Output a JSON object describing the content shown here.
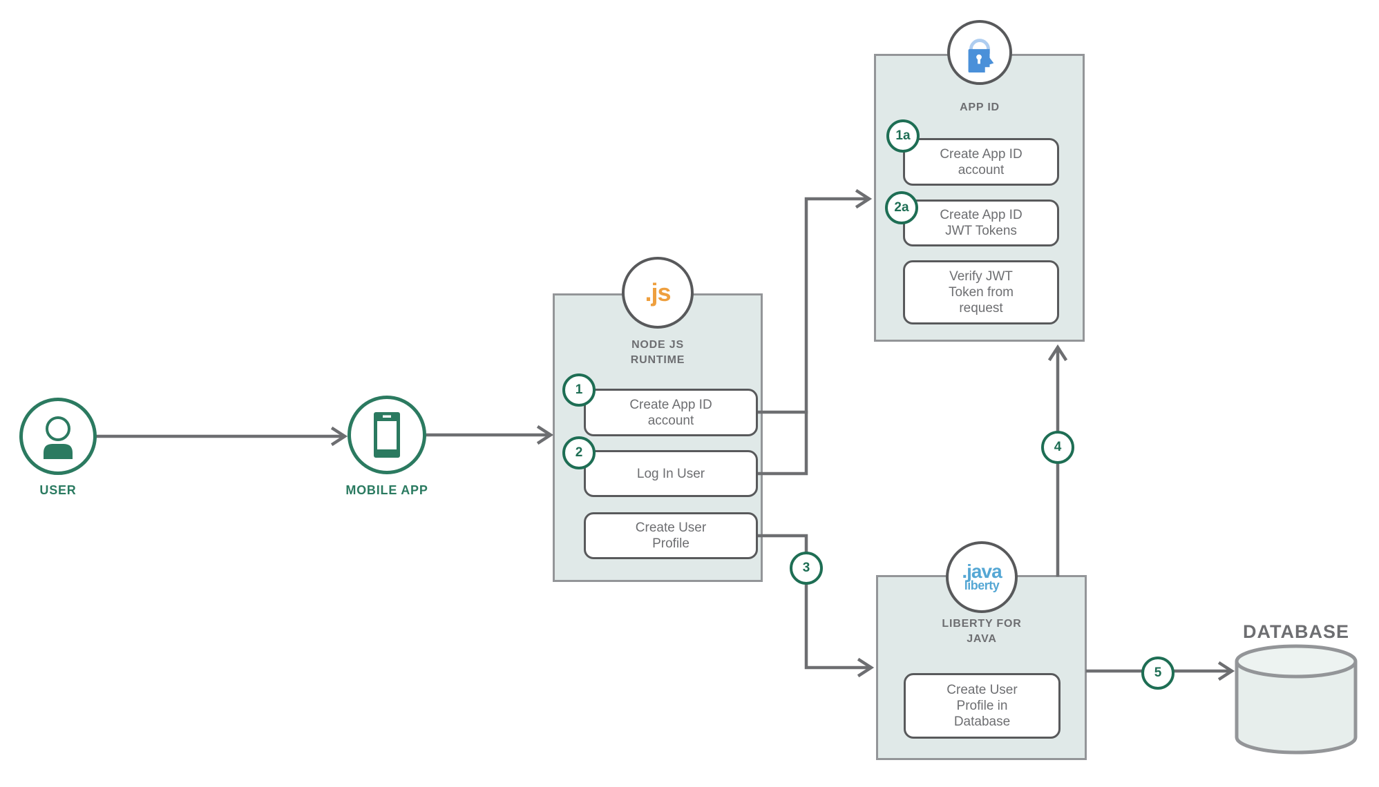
{
  "diagram_title": "App ID authentication flow diagram",
  "colors": {
    "teal_accent": "#2b7a60",
    "badge_teal": "#1e6e54",
    "arrow_gray": "#6d6e71",
    "box_fill": "#e0e9e8",
    "box_border": "#939598",
    "button_border": "#58595b",
    "text_gray": "#6d6e71",
    "nodejs_orange": "#ee9f3e",
    "appid_blue": "#4a90d9",
    "appid_light_blue": "#aecdf0",
    "liberty_blue": "#55a7d4"
  },
  "user": {
    "label": "USER"
  },
  "mobile": {
    "label": "MOBILE APP"
  },
  "node_runtime": {
    "icon_text": ".js",
    "title": "NODE JS RUNTIME",
    "steps": [
      {
        "badge": "1",
        "label": "Create App ID account"
      },
      {
        "badge": "2",
        "label": "Log In User"
      },
      {
        "badge": "",
        "label": "Create User Profile"
      }
    ]
  },
  "app_id": {
    "title": "APP ID",
    "steps": [
      {
        "badge": "1a",
        "label": "Create App ID account"
      },
      {
        "badge": "2a",
        "label": "Create App ID JWT Tokens"
      },
      {
        "badge": "",
        "label": "Verify JWT Token from request"
      }
    ]
  },
  "liberty": {
    "icon_text_top": ".java",
    "icon_text_bottom": "liberty",
    "title": "LIBERTY FOR JAVA",
    "steps": [
      {
        "badge": "",
        "label": "Create User Profile in Database"
      }
    ]
  },
  "database": {
    "label": "DATABASE"
  },
  "flow_badges": {
    "step3": "3",
    "step4": "4",
    "step5": "5"
  }
}
